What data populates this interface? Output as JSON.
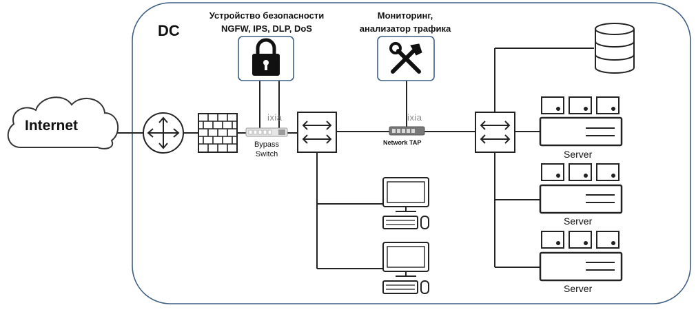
{
  "dc_label": "DC",
  "security_device": {
    "line1": "Устройство безопасности",
    "line2": "NGFW, IPS, DLP, DoS",
    "icon": "lock-icon"
  },
  "monitoring": {
    "line1": "Мониторинг,",
    "line2": "анализатор трафика",
    "icon": "tools-icon"
  },
  "internet_label": "Internet",
  "bypass_switch": {
    "brand": "ixia",
    "line1": "Bypass",
    "line2": "Switch"
  },
  "network_tap": {
    "brand": "ixia",
    "label": "Network TAP"
  },
  "servers": [
    "Server",
    "Server",
    "Server"
  ],
  "colors": {
    "dc_border": "#3d5f86",
    "stroke": "#222222",
    "icon_box_border": "#3d5f86"
  }
}
